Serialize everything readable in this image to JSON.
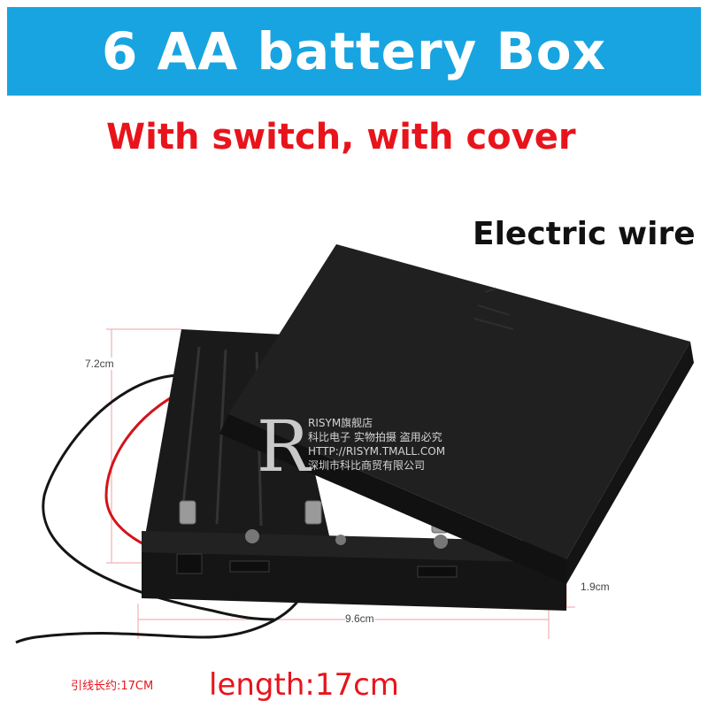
{
  "title": "6 AA battery Box",
  "subtitle": "With switch, with cover",
  "wire_label": "Electric wire",
  "dimensions": {
    "width": "7.2cm",
    "length": "9.6cm",
    "height": "1.9cm"
  },
  "watermark": {
    "logo": "R",
    "line1": "RISYM旗舰店",
    "line2": "科比电子 实物拍摄 盗用必究",
    "line3": "HTTP://RISYM.TMALL.COM",
    "line4": "深圳市科比商贸有限公司"
  },
  "lead_length_cn": "引线长约:17CM",
  "lead_length": "length:17cm",
  "colors": {
    "banner": "#18a4e0",
    "accent_red": "#e8141c",
    "case": "#1a1a1a"
  }
}
